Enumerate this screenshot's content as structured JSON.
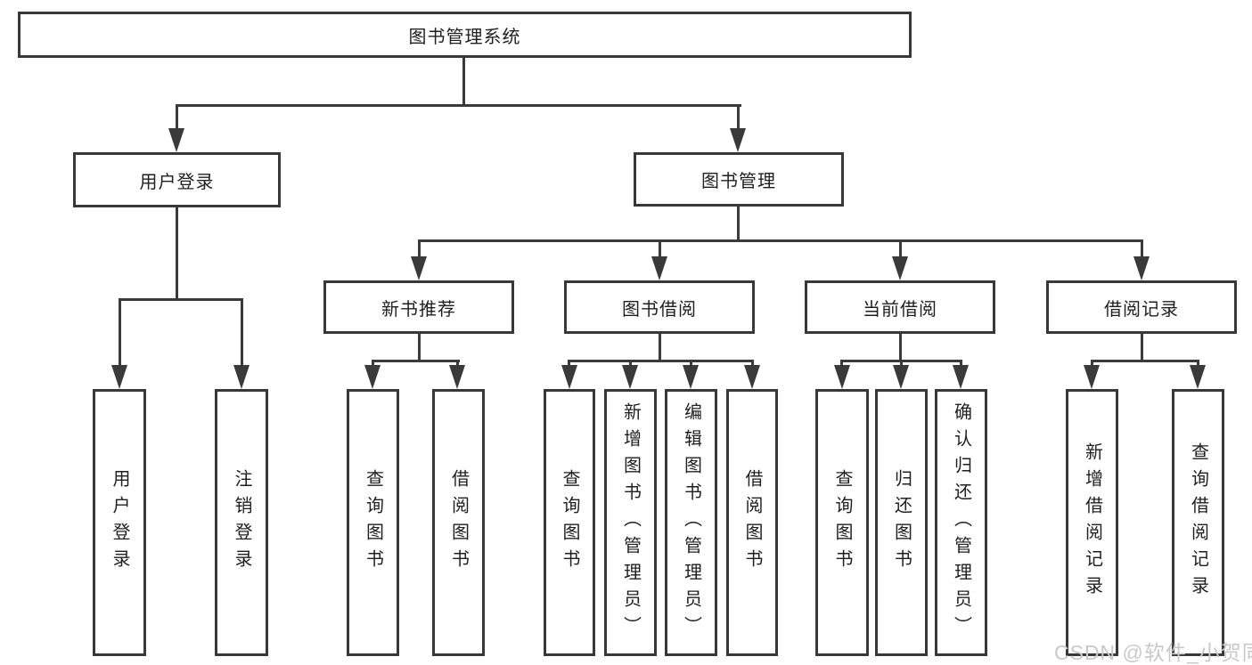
{
  "colors": {
    "line": "#3a3a3a",
    "box-border": "#383838",
    "text": "#1f1f1f",
    "watermark": "#c9c9c9"
  },
  "diagram": {
    "root": {
      "label": "图书管理系统"
    },
    "level2": {
      "user_login": {
        "label": "用户登录"
      },
      "book_management": {
        "label": "图书管理"
      }
    },
    "level3": {
      "new_book_recommend": {
        "label": "新书推荐"
      },
      "book_borrow": {
        "label": "图书借阅"
      },
      "current_borrow": {
        "label": "当前借阅"
      },
      "borrow_records": {
        "label": "借阅记录"
      }
    },
    "leaves": {
      "user_login": {
        "label": "用户登录"
      },
      "logout": {
        "label": "注销登录"
      },
      "rec_query_book": {
        "label": "查询图书"
      },
      "rec_borrow_book": {
        "label": "借阅图书"
      },
      "bb_query_book": {
        "label": "查询图书"
      },
      "bb_add_book": {
        "label": "新增图书（管理员）"
      },
      "bb_edit_book": {
        "label": "编辑图书（管理员）"
      },
      "bb_borrow_book": {
        "label": "借阅图书"
      },
      "cb_query_book": {
        "label": "查询图书"
      },
      "cb_return_book": {
        "label": "归还图书"
      },
      "cb_confirm_return": {
        "label": "确认归还（管理员）"
      },
      "br_add_record": {
        "label": "新增借阅记录"
      },
      "br_query_record": {
        "label": "查询借阅记录"
      }
    }
  },
  "watermark": {
    "text": "CSDN @软件_小贺同学"
  }
}
